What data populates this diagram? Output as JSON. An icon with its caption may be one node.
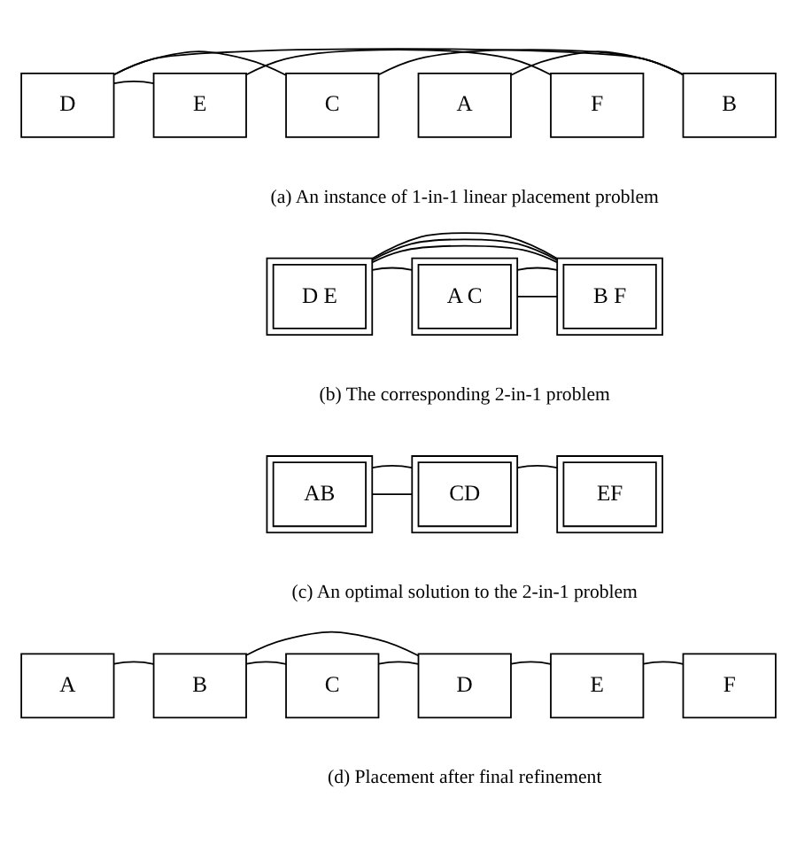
{
  "diagram": {
    "nodes": [
      {
        "text": [
          "D"
        ]
      },
      {
        "text": [
          "E"
        ]
      },
      {
        "text": [
          "C"
        ]
      },
      {
        "text": [
          "A"
        ]
      },
      {
        "text": [
          "F"
        ]
      },
      {
        "text": [
          "B"
        ]
      },
      {
        "text": [
          "D E"
        ]
      },
      {
        "text": [
          "A C"
        ]
      },
      {
        "text": [
          "B F"
        ]
      },
      {
        "text": [
          "AB"
        ]
      },
      {
        "text": [
          "CD"
        ]
      },
      {
        "text": [
          "EF"
        ]
      },
      {
        "text": [
          "A"
        ]
      },
      {
        "text": [
          "B"
        ]
      },
      {
        "text": [
          "C"
        ]
      },
      {
        "text": [
          "D"
        ]
      },
      {
        "text": [
          "E"
        ]
      },
      {
        "text": [
          "F"
        ]
      }
    ],
    "edges": [
      {
        "from": 3,
        "to": 5,
        "arrow": "none"
      },
      {
        "from": 0,
        "to": 5,
        "arrow": "none"
      },
      {
        "from": 0,
        "to": 2,
        "arrow": "none"
      },
      {
        "from": 2,
        "to": 5,
        "arrow": "none"
      },
      {
        "from": 0,
        "to": 1,
        "arrow": "none"
      },
      {
        "from": 1,
        "to": 4,
        "arrow": "none"
      },
      {
        "from": 6,
        "to": 8,
        "arrow": "none"
      },
      {
        "from": 6,
        "to": 8,
        "arrow": "none"
      },
      {
        "from": 6,
        "to": 8,
        "arrow": "none"
      },
      {
        "from": 6,
        "to": 7,
        "arrow": "none"
      },
      {
        "from": 7,
        "to": 8,
        "arrow": "none"
      },
      {
        "from": 7,
        "to": 8,
        "arrow": "none"
      },
      {
        "from": 9,
        "to": 10,
        "arrow": "none"
      },
      {
        "from": 9,
        "to": 10,
        "arrow": "none"
      },
      {
        "from": 10,
        "to": 11,
        "arrow": "none"
      },
      {
        "from": 12,
        "to": 13,
        "arrow": "none"
      },
      {
        "from": 13,
        "to": 14,
        "arrow": "none"
      },
      {
        "from": 14,
        "to": 15,
        "arrow": "none"
      },
      {
        "from": 13,
        "to": 15,
        "arrow": "none"
      },
      {
        "from": 15,
        "to": 16,
        "arrow": "none"
      },
      {
        "from": 16,
        "to": 17,
        "arrow": "none"
      }
    ],
    "labels": [
      "(a) An instance of 1-in-1 linear placement problem",
      "(b) The corresponding 2-in-1 problem",
      "(c) An optimal solution to the 2-in-1 problem",
      "(d) Placement after final refinement"
    ]
  }
}
